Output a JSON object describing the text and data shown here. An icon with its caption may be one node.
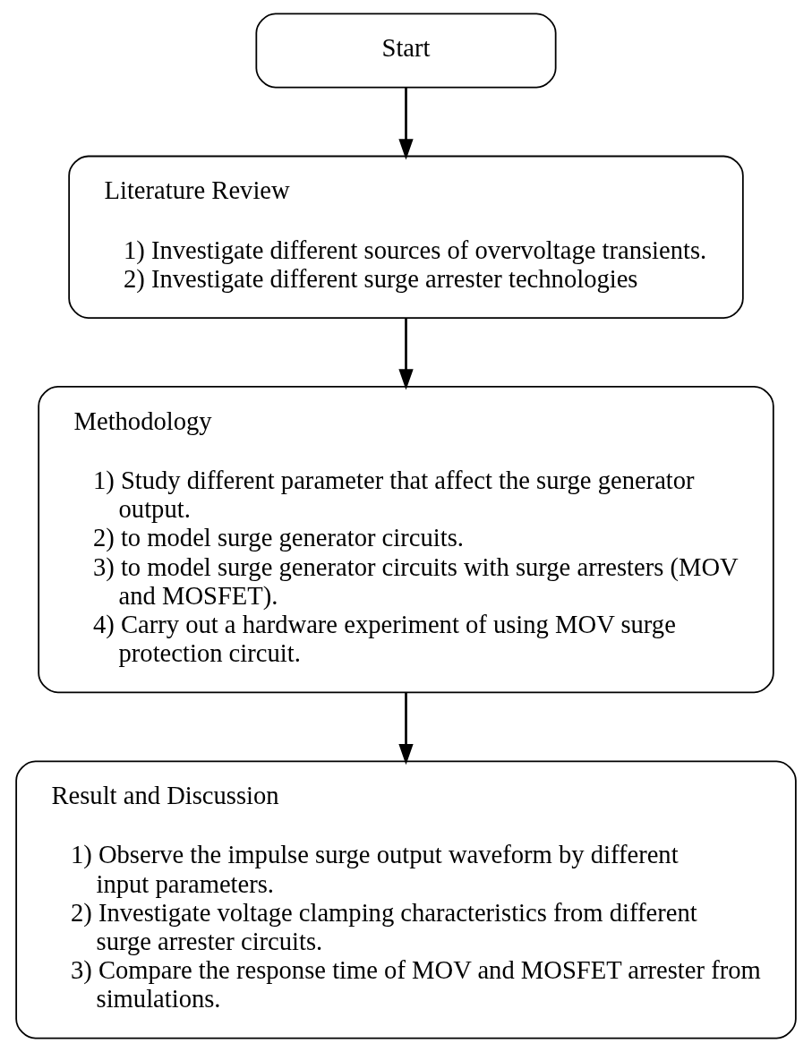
{
  "diagram": {
    "nodes": [
      {
        "text": [
          "Start"
        ]
      },
      {
        "text": [
          "Literature Review",
          "1) Investigate different sources of overvoltage transients.",
          "2) Investigate different surge arrester technologies"
        ]
      },
      {
        "text": [
          "Methodology",
          "1) Study different parameter that affect the surge generator output.",
          "2) to model surge generator circuits.",
          "3) to model surge generator circuits with surge arresters (MOV and MOSFET).",
          "4) Carry out a hardware experiment of using MOV surge protection circuit."
        ]
      },
      {
        "text": [
          "Result and Discussion",
          "1) Observe the impulse surge output waveform by different input parameters.",
          "2) Investigate voltage clamping characteristics from different surge arrester circuits.",
          "3) Compare the response time of MOV and MOSFET arrester from simulations."
        ]
      }
    ],
    "edges": [
      {
        "from": 0,
        "to": 1,
        "arrow": "to"
      },
      {
        "from": 1,
        "to": 2,
        "arrow": "to"
      },
      {
        "from": 2,
        "to": 3,
        "arrow": "to"
      }
    ]
  }
}
